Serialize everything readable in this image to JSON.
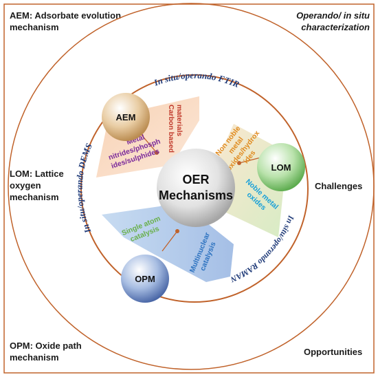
{
  "corners": {
    "aem_label": "AEM: Adsorbate evolution mechanism",
    "operando_label": "Operando/ in situ characterization",
    "lom_label": "LOM: Lattice oxygen mechanism",
    "challenges_label": "Challenges",
    "opm_label": "OPM: Oxide path mechanism",
    "opportunities_label": "Opportunities"
  },
  "ring": {
    "ftir_label": "In situ/operando FTIR",
    "dems_label": "In situ/operando DEMS",
    "raman_label": "In situ/operando RAMAN"
  },
  "center": {
    "line1": "OER",
    "line2": "Mechanisms"
  },
  "nodes": {
    "aem": "AEM",
    "lom": "LOM",
    "opm": "OPM"
  },
  "materials": {
    "carbon_line1": "Carbon based",
    "carbon_line2": "materials",
    "metal_line1": "Metal",
    "metal_line2": "nitrides/phosph",
    "metal_line3": "ides/sulphides",
    "nonnoble_line1": "Non noble",
    "nonnoble_line2": "metal",
    "nonnoble_line3": "oxides/hydrox",
    "nonnoble_line4": "ides",
    "noble_line1": "Noble metal",
    "noble_line2": "oxides",
    "single_line1": "Single atom",
    "single_line2": "catalysis",
    "multi_line1": "Multinuclear",
    "multi_line2": "catalysis"
  },
  "colors": {
    "frame": "#c0622a",
    "ring_text": "#1f3a78",
    "aem_sector": "#f9c9a6",
    "lom_sector": "#dcebc8",
    "opm_sector": "#b4caea",
    "carbon_text": "#c0392b",
    "metal_text": "#7b2a9b",
    "nonnoble_text": "#e08a1e",
    "noble_text": "#19a0d8",
    "single_text": "#6ab04c",
    "multi_text": "#2e73c0"
  }
}
